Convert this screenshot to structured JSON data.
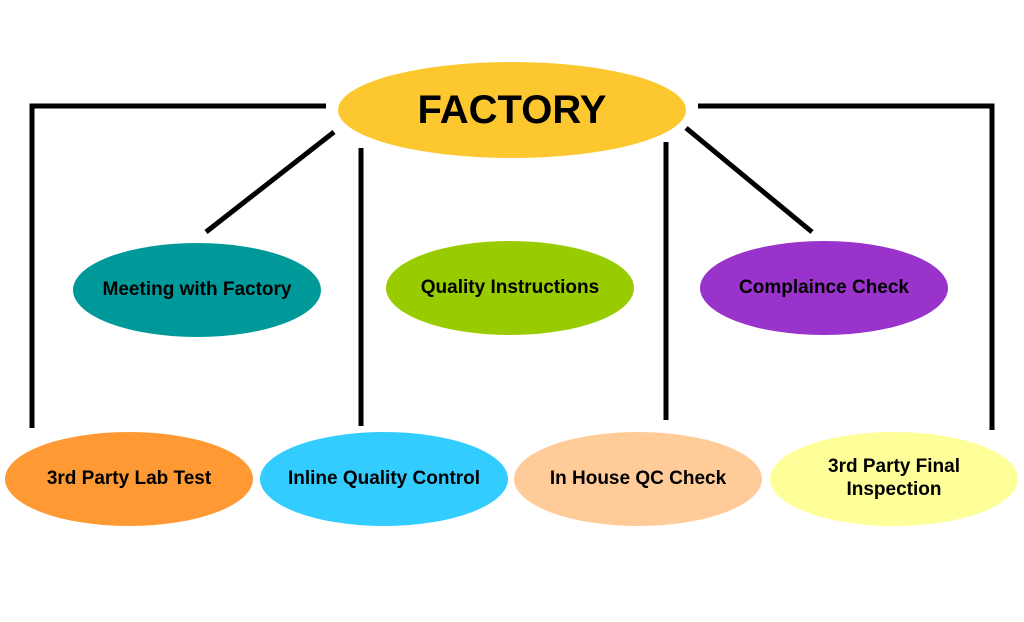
{
  "diagram": {
    "root": {
      "label": "FACTORY",
      "color": "#FDC82F"
    },
    "middle": [
      {
        "label": "Meeting with Factory",
        "color": "#009999"
      },
      {
        "label": "Quality Instructions",
        "color": "#99CC00"
      },
      {
        "label": "Complaince Check",
        "color": "#9933CC"
      }
    ],
    "bottom": [
      {
        "label": "3rd Party Lab Test",
        "color": "#FF9933"
      },
      {
        "label": "Inline Quality Control",
        "color": "#33CCFF"
      },
      {
        "label": "In House QC Check",
        "color": "#FFCC99"
      },
      {
        "label": "3rd Party Final\nInspection",
        "color": "#FFFF99"
      }
    ],
    "line_color": "#000000"
  }
}
